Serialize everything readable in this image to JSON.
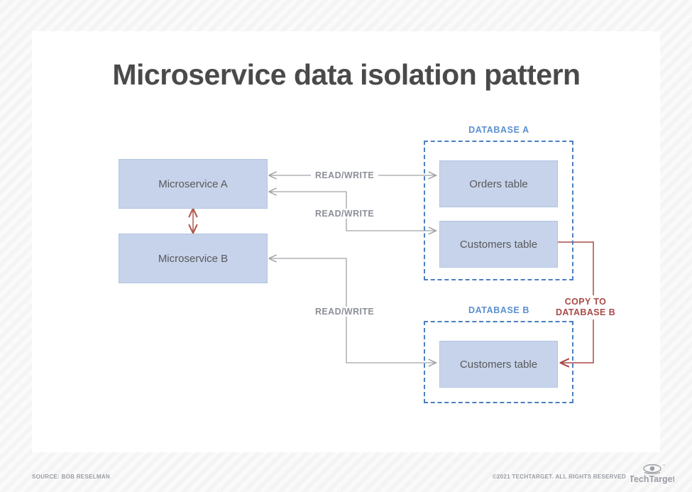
{
  "title": "Microservice data isolation pattern",
  "nodes": {
    "microservice_a": "Microservice A",
    "microservice_b": "Microservice B",
    "orders_table_a": "Orders table",
    "customers_table_a": "Customers table",
    "customers_table_b": "Customers table"
  },
  "groups": {
    "database_a_label": "DATABASE A",
    "database_b_label": "DATABASE B"
  },
  "edges": {
    "read_write_1": "READ/WRITE",
    "read_write_2": "READ/WRITE",
    "read_write_3": "READ/WRITE",
    "copy_line_1": "COPY TO",
    "copy_line_2": "DATABASE B"
  },
  "footer": {
    "source": "SOURCE: BOB RESELMAN",
    "copyright": "©2021 TECHTARGET. ALL RIGHTS RESERVED",
    "logo_wordmark": "TechTarget"
  },
  "colors": {
    "node_fill": "#c6d3ea",
    "node_border": "#b3c4e0",
    "database_blue": "#5b8fd0",
    "dashed_border": "#4a7fc1",
    "arrow_gray": "#a0a3a8",
    "copy_red": "#a84a47",
    "sync_red": "#b05a50",
    "title_gray": "#4a4a4a",
    "card_white": "#ffffff",
    "page_bg": "#f4f4f5"
  },
  "diagram_data": {
    "type": "flow-diagram",
    "services": [
      "Microservice A",
      "Microservice B"
    ],
    "databases": [
      {
        "name": "DATABASE A",
        "tables": [
          "Orders table",
          "Customers table"
        ]
      },
      {
        "name": "DATABASE B",
        "tables": [
          "Customers table"
        ]
      }
    ],
    "connections": [
      {
        "from": "Microservice A",
        "to": "Orders table",
        "label": "READ/WRITE",
        "direction": "bidirectional"
      },
      {
        "from": "Microservice A",
        "to": "Customers table (DATABASE A)",
        "label": "READ/WRITE",
        "direction": "bidirectional"
      },
      {
        "from": "Microservice B",
        "to": "Customers table (DATABASE B)",
        "label": "READ/WRITE",
        "direction": "bidirectional"
      },
      {
        "from": "Microservice A",
        "to": "Microservice B",
        "label": "",
        "direction": "bidirectional"
      },
      {
        "from": "Customers table (DATABASE A)",
        "to": "Customers table (DATABASE B)",
        "label": "COPY TO DATABASE B",
        "direction": "one-way"
      }
    ]
  }
}
